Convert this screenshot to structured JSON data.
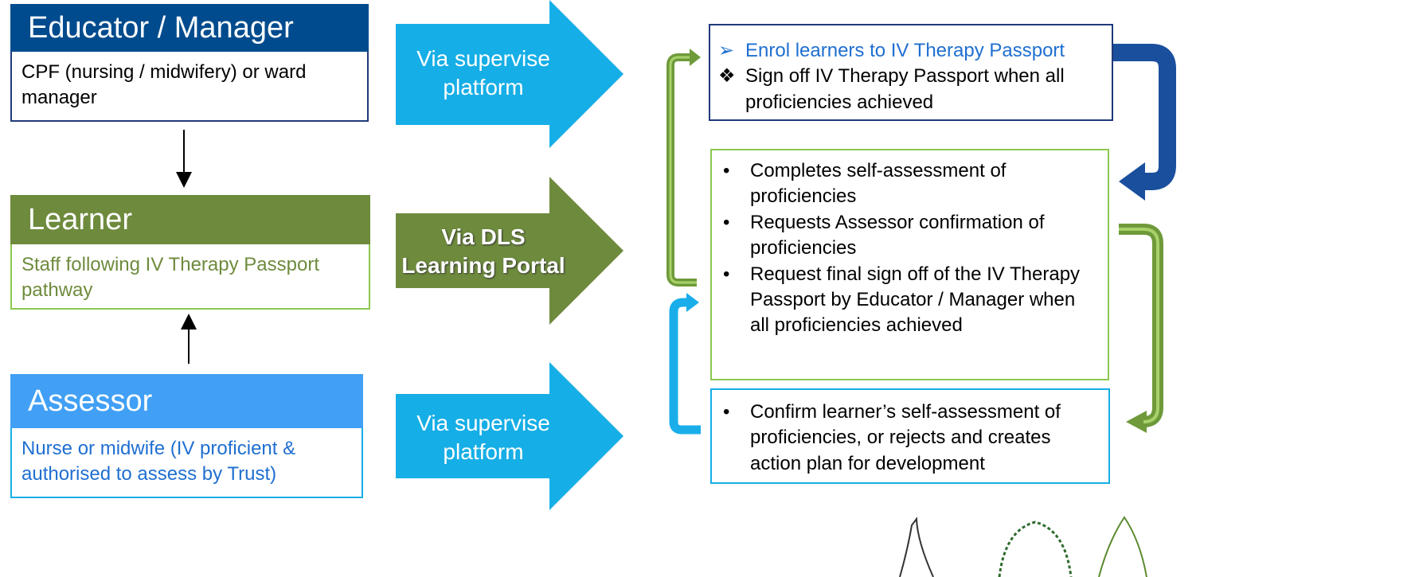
{
  "roles": {
    "educator": {
      "title": "Educator / Manager",
      "description": "CPF (nursing / midwifery) or ward manager",
      "color": "#004b8d"
    },
    "learner": {
      "title": "Learner",
      "description": "Staff following IV  Therapy Passport pathway",
      "color": "#6e8b3d"
    },
    "assessor": {
      "title": "Assessor",
      "description": "Nurse or midwife (IV proficient & authorised to assess by Trust)",
      "color": "#41a0f5"
    }
  },
  "channels": {
    "top": {
      "label_line1": "Via supervise",
      "label_line2": "platform",
      "color": "#16aee6"
    },
    "middle": {
      "label_line1": "Via DLS",
      "label_line2": "Learning Portal",
      "color": "#6e8b3d"
    },
    "bottom": {
      "label_line1": "Via supervise",
      "label_line2": "platform",
      "color": "#16aee6"
    }
  },
  "steps": {
    "educator_tasks": [
      {
        "marker": "➢",
        "text": "Enrol learners to IV Therapy Passport",
        "color": "#1f6fd1"
      },
      {
        "marker": "❖",
        "text": "Sign off IV Therapy Passport when all proficiencies achieved",
        "color": "#000000"
      }
    ],
    "learner_tasks": [
      {
        "marker": "•",
        "text": "Completes self-assessment of proficiencies"
      },
      {
        "marker": "•",
        "text": "Requests Assessor confirmation of proficiencies"
      },
      {
        "marker": "•",
        "text": "Request final sign off of the IV Therapy Passport by Educator / Manager when all proficiencies achieved"
      }
    ],
    "assessor_tasks": [
      {
        "marker": "•",
        "text": "Confirm learner’s self-assessment of proficiencies, or rejects and creates action plan for development"
      }
    ]
  },
  "colors": {
    "educator_border": "#1f3a7a",
    "learner_border": "#8cc850",
    "assessor_border": "#16aee6",
    "loop_green": "#6e9a3a",
    "loop_blue": "#1a4f9e",
    "loop_light_blue": "#19aeea"
  }
}
